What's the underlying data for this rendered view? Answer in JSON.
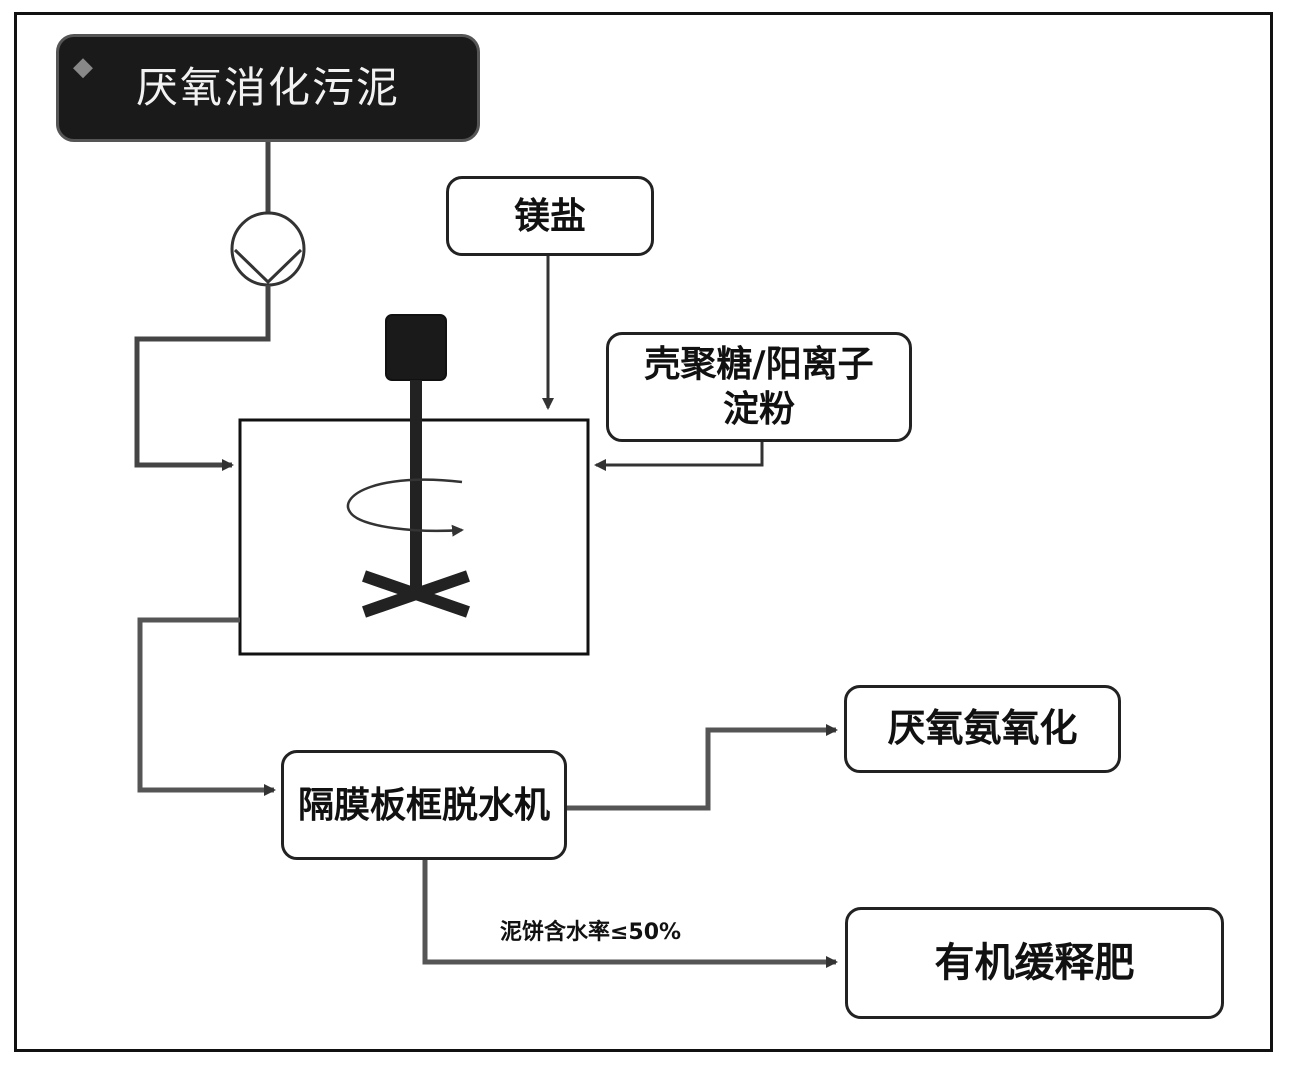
{
  "nodes": {
    "source": "厌氧消化污泥",
    "magnesium": "镁盐",
    "flocculant": "壳聚糖/阳离子淀粉",
    "dewater": "隔膜板框脱水机",
    "anammox": "厌氧氨氧化",
    "fertilizer": "有机缓释肥"
  },
  "edge_label": "泥饼含水率≤50%",
  "colors": {
    "line": "#444444",
    "border": "#222222",
    "source_fill": "#1a1a1a"
  }
}
